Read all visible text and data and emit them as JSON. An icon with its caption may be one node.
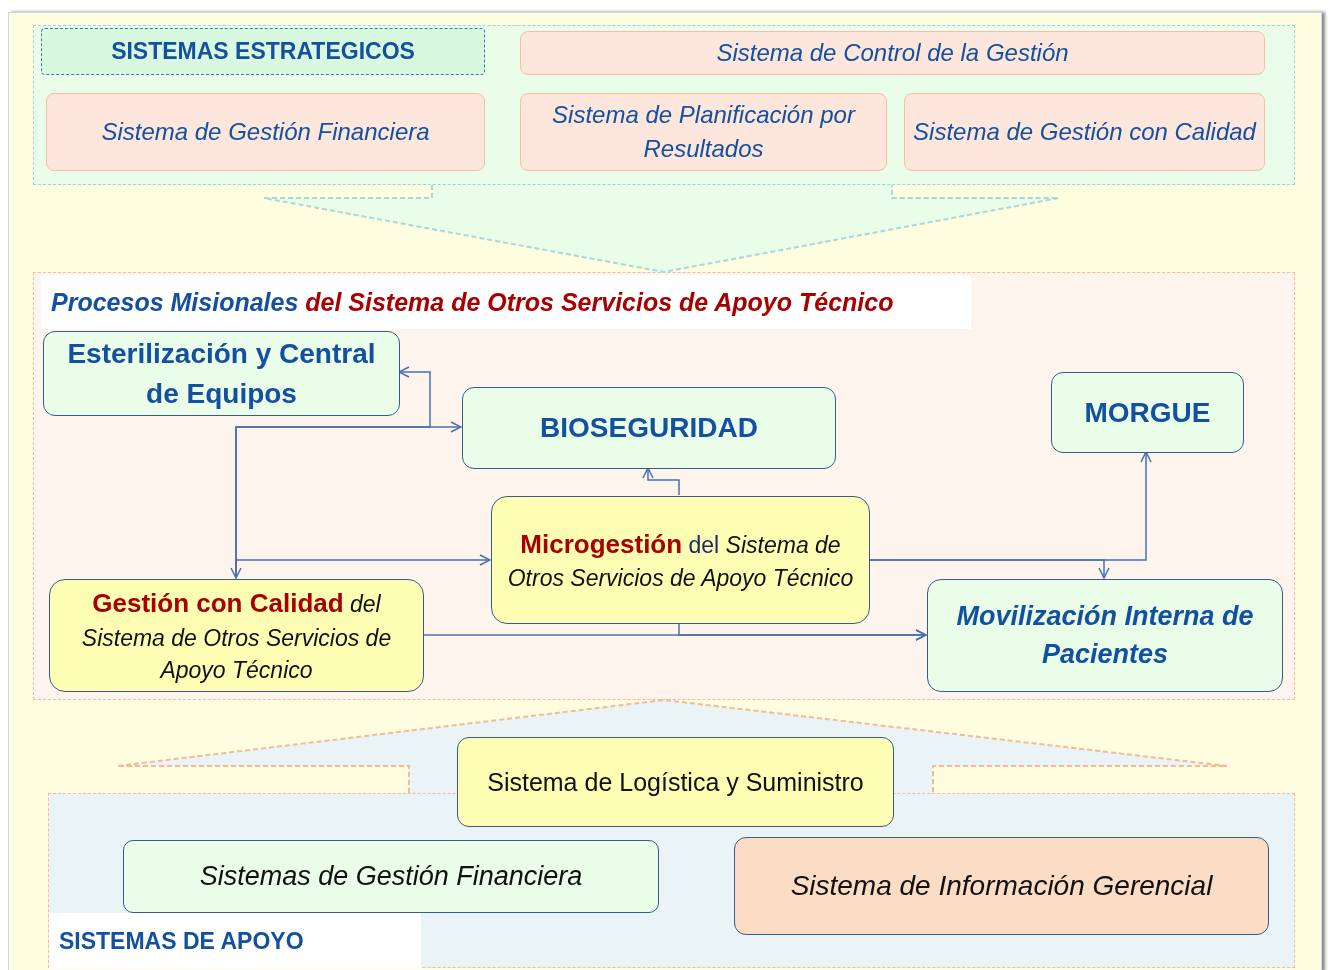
{
  "diagram": {
    "nodes": [
      {
        "text": [
          "SISTEMAS ESTRATEGICOS"
        ]
      },
      {
        "text": [
          "Sistema de Control de la Gestión"
        ],
        "in": 0
      },
      {
        "text": [
          "Sistema de Gestión Financiera"
        ],
        "in": 0
      },
      {
        "text": [
          "Sistema de Planificación por Resultados"
        ],
        "in": 0
      },
      {
        "text": [
          "Sistema de Gestión con Calidad"
        ],
        "in": 0
      },
      {
        "text": [
          "**Procesos Misionales** del Sistema de Otros Servicios de Apoyo Técnico"
        ]
      },
      {
        "text": [
          "Esterilización y Central de Equipos"
        ],
        "in": 5
      },
      {
        "text": [
          "BIOSEGURIDAD"
        ],
        "in": 5
      },
      {
        "text": [
          "MORGUE"
        ],
        "in": 5
      },
      {
        "text": [
          "**Microgestión** del *Sistema de Otros Servicios de Apoyo Técnico*"
        ],
        "in": 5
      },
      {
        "text": [
          "**Gestión con Calidad** *del Sistema de Otros Servicios de Apoyo Técnico*"
        ],
        "in": 5
      },
      {
        "text": [
          "Movilización Interna de Pacientes"
        ],
        "in": 5
      },
      {
        "text": [
          "SISTEMAS DE APOYO"
        ]
      },
      {
        "text": [
          "Sistema de Logística y Suministro"
        ]
      },
      {
        "text": [
          "Sistemas de Gestión Financiera"
        ],
        "in": 12
      },
      {
        "text": [
          "Sistema de Información Gerencial"
        ],
        "in": 12
      }
    ],
    "edges": [
      {
        "from": 10,
        "to": 7,
        "arrow": "both"
      },
      {
        "from": 10,
        "to": 6,
        "arrow": "to"
      },
      {
        "from": 10,
        "to": 9,
        "arrow": "to"
      },
      {
        "from": 9,
        "to": 7,
        "arrow": "to"
      },
      {
        "from": 9,
        "to": 8,
        "arrow": "to"
      },
      {
        "from": 9,
        "to": 11,
        "arrow": "to"
      },
      {
        "from": 10,
        "to": 11,
        "arrow": "to"
      },
      {
        "from": 9,
        "to": 11,
        "arrow": "to"
      },
      {
        "from": 0,
        "to": 5,
        "arrow": "to",
        "style": "dashed",
        "color": "#a8d8dc"
      },
      {
        "from": 12,
        "to": 5,
        "arrow": "to",
        "style": "dashed",
        "color": "#f7b894"
      }
    ]
  }
}
